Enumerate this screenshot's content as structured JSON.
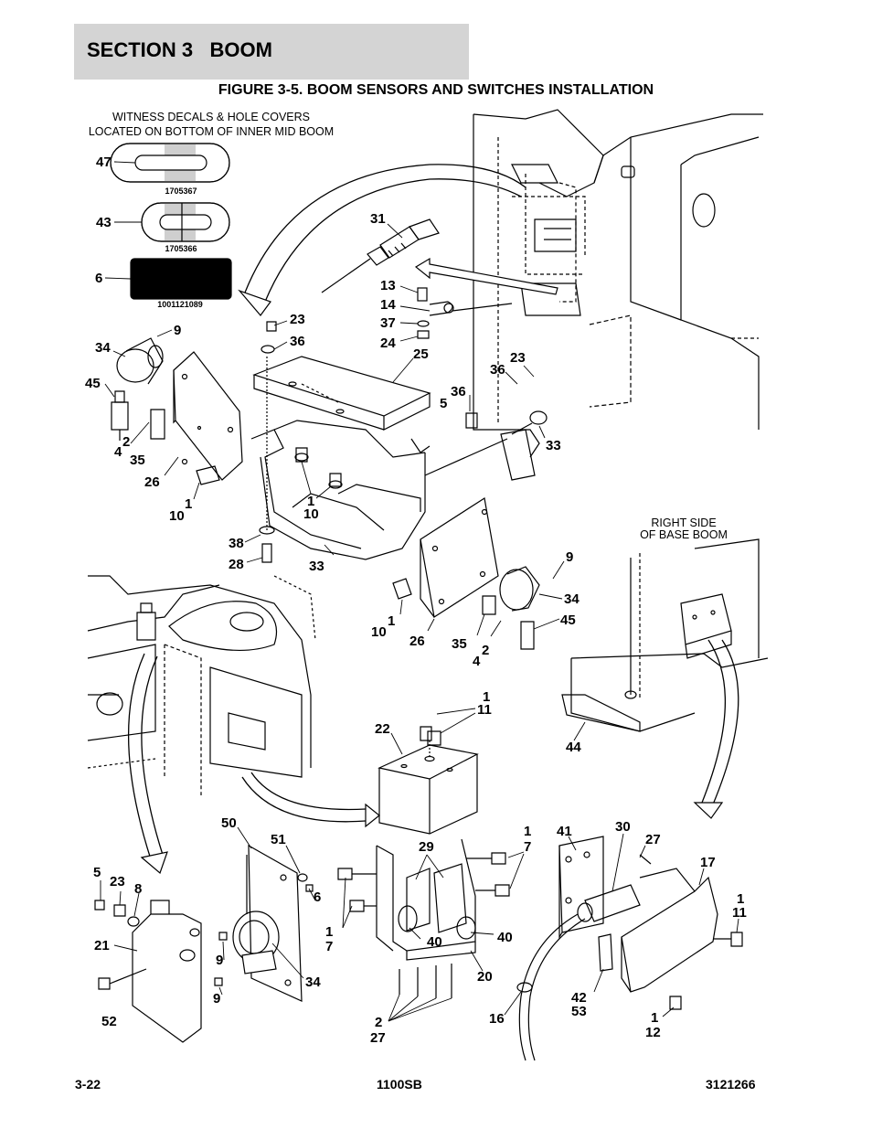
{
  "header": {
    "section": "SECTION 3   BOOM",
    "figure_title": "FIGURE 3-5. BOOM SENSORS AND SWITCHES INSTALLATION"
  },
  "notes": {
    "decals_line1": "WITNESS DECALS & HOLE COVERS",
    "decals_line2": "LOCATED ON BOTTOM OF INNER MID BOOM",
    "right_side_line1": "RIGHT SIDE",
    "right_side_line2": "OF BASE BOOM"
  },
  "decals": {
    "d47": "1705367",
    "d43": "1705366",
    "d6": "1001121089"
  },
  "callouts": {
    "c47": "47",
    "c43": "43",
    "c6": "6",
    "c31": "31",
    "c13": "13",
    "c14": "14",
    "c37": "37",
    "c24": "24",
    "c23a": "23",
    "c36a": "36",
    "c25": "25",
    "c9a": "9",
    "c34a": "34",
    "c45a": "45",
    "c2a": "2",
    "c4a": "4",
    "c35a": "35",
    "c26a": "26",
    "c1a": "1",
    "c10a": "10",
    "c1b": "1",
    "c10b": "10",
    "c23b": "23",
    "c36b": "36",
    "c36c": "36",
    "c5a": "5",
    "c33a": "33",
    "c38": "38",
    "c28": "28",
    "c33b": "33",
    "c9b": "9",
    "c34b": "34",
    "c45b": "45",
    "c1c": "1",
    "c10c": "10",
    "c26b": "26",
    "c35b": "35",
    "c2b": "2",
    "c4b": "4",
    "c44": "44",
    "c1d": "1",
    "c11a": "11",
    "c22": "22",
    "c50": "50",
    "c51": "51",
    "c5b": "5",
    "c23c": "23",
    "c8": "8",
    "c6b": "6",
    "c21": "21",
    "c9c": "9",
    "c9d": "9",
    "c34c": "34",
    "c52": "52",
    "c29": "29",
    "c1e": "1",
    "c7a": "7",
    "c1f": "1",
    "c7b": "7",
    "c40a": "40",
    "c40b": "40",
    "c20": "20",
    "c2c": "2",
    "c27a": "27",
    "c41": "41",
    "c30": "30",
    "c27b": "27",
    "c17": "17",
    "c1g": "1",
    "c11b": "11",
    "c42": "42",
    "c53": "53",
    "c16": "16",
    "c1h": "1",
    "c12": "12"
  },
  "footer": {
    "page": "3-22",
    "model": "1100SB",
    "doc": "3121266"
  }
}
